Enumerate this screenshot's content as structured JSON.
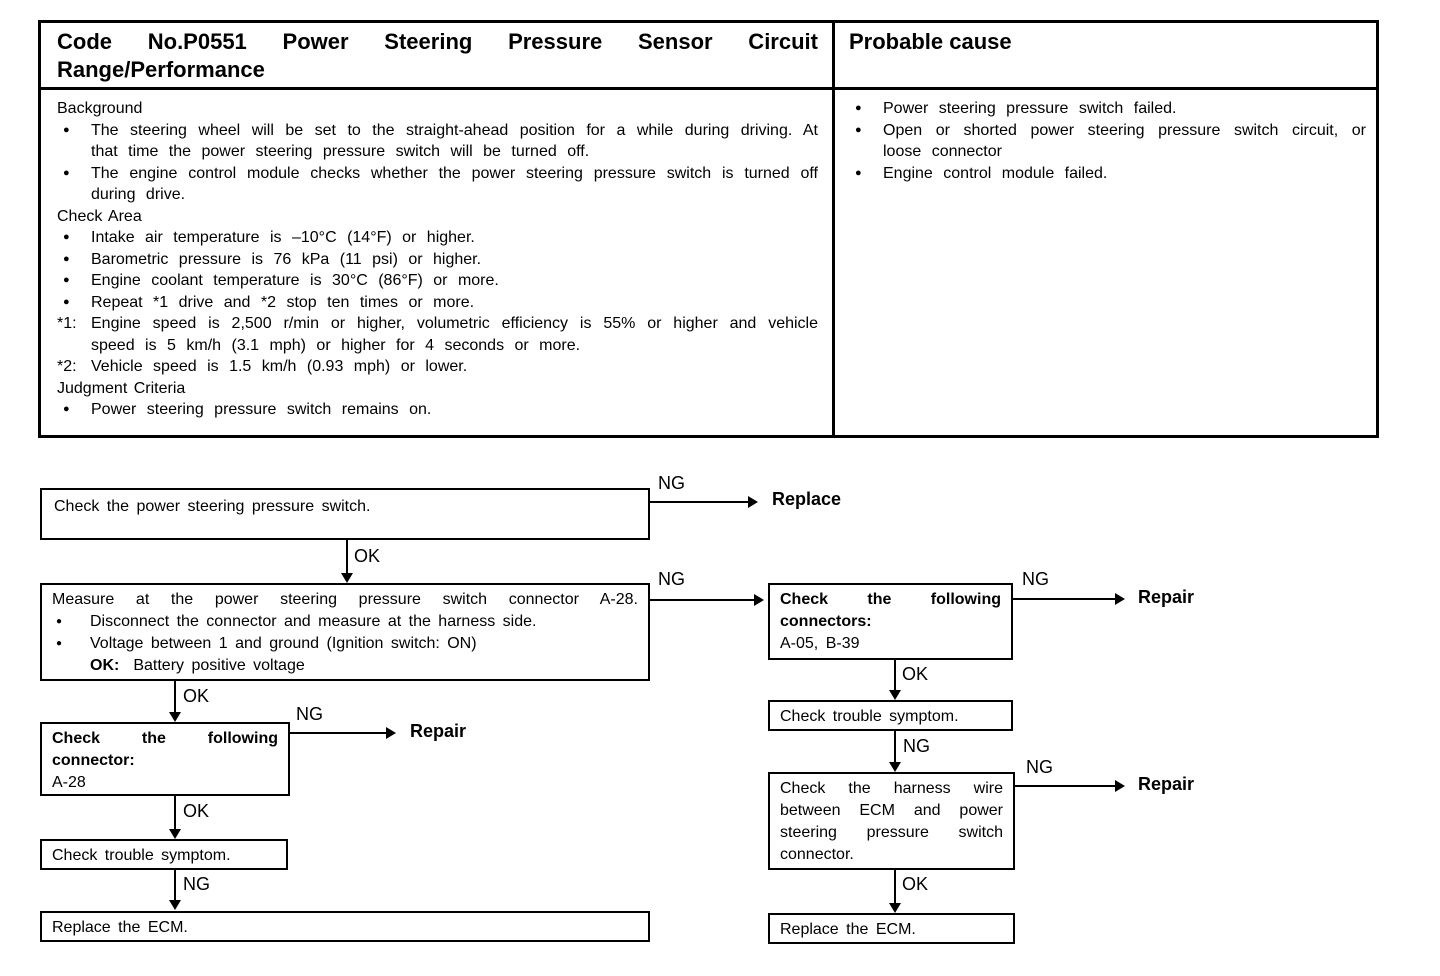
{
  "glyphs": {
    "bullet": "●"
  },
  "header": {
    "code_title_line1": "Code No.P0551 Power Steering Pressure Sensor Circuit",
    "code_title_line2": "Range/Performance",
    "probable_cause": "Probable cause"
  },
  "details": {
    "background_label": "Background",
    "background_items": [
      "The steering wheel will be set to the straight-ahead position for a while during driving. At that time the power steering pressure switch will be turned off.",
      "The engine control module checks whether the power steering pressure switch is turned off during drive."
    ],
    "check_area_label": "Check Area",
    "check_area_items": [
      "Intake air temperature is –10°C (14°F) or higher.",
      "Barometric pressure is 76 kPa (11 psi) or higher.",
      "Engine coolant temperature is 30°C (86°F) or more.",
      "Repeat *1 drive and *2 stop ten times or more."
    ],
    "footnotes": [
      {
        "label": "*1:",
        "text": "Engine speed is 2,500 r/min or higher, volumetric efficiency is 55% or higher and vehicle speed is 5 km/h (3.1 mph) or higher for 4 seconds or more."
      },
      {
        "label": "*2:",
        "text": "Vehicle speed is 1.5 km/h (0.93 mph) or lower."
      }
    ],
    "judgment_label": "Judgment Criteria",
    "judgment_items": [
      "Power steering pressure switch remains on."
    ]
  },
  "probable_causes": [
    "Power steering pressure switch failed.",
    "Open or shorted power steering pressure switch circuit, or loose connector",
    "Engine control module failed."
  ],
  "flowchart": {
    "ng": "NG",
    "ok": "OK",
    "repair": "Repair",
    "replace": "Replace",
    "check_switch": "Check the power steering pressure switch.",
    "measure": {
      "title": "Measure at the power steering pressure switch connector A-28.",
      "items": [
        "Disconnect the connector and measure at the harness side.",
        "Voltage between 1 and ground (Ignition switch: ON)"
      ],
      "ok_label": "OK:",
      "ok_text": "Battery positive voltage"
    },
    "connectors_right": {
      "title": "Check the following connectors:",
      "ids": "A-05, B-39"
    },
    "connector_left": {
      "title": "Check the following connector:",
      "ids": "A-28"
    },
    "check_trouble": "Check trouble symptom.",
    "harness": "Check the harness wire between ECM and power steering pressure switch connector.",
    "replace_ecm": "Replace the ECM."
  }
}
